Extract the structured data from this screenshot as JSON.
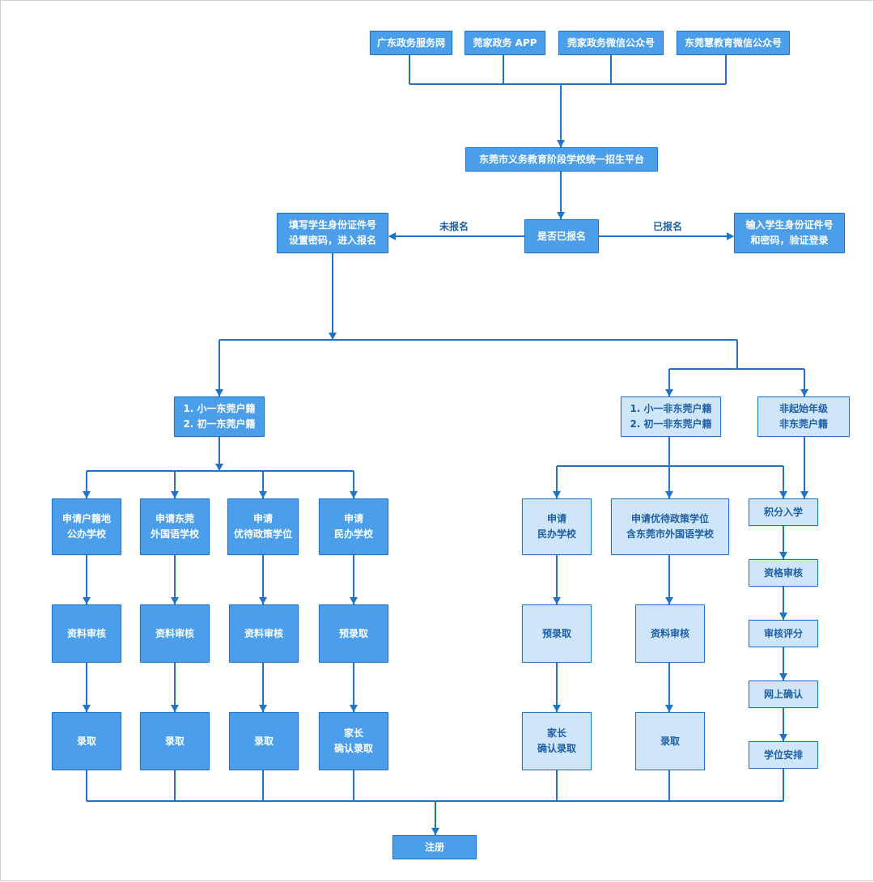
{
  "colors": {
    "line": "#1f73c8",
    "box_dark": "#4a9eea",
    "box_light": "#cfe6fa",
    "text_light": "#1f5fa3"
  },
  "entry_channels": [
    "广东政务服务网",
    "莞家政务 APP",
    "莞家政务微信公众号",
    "东莞慧教育微信公众号"
  ],
  "platform": "东莞市义务教育阶段学校统一招生平台",
  "decision": "是否已报名",
  "branch_labels": {
    "not_registered": "未报名",
    "registered": "已报名"
  },
  "register_new": "填写学生身份证件号\n设置密码，进入报名",
  "login": "输入学生身份证件号\n和密码，验证登录",
  "group_local": "1. 小一东莞户籍\n2. 初一东莞户籍",
  "group_nonlocal": "1. 小一非东莞户籍\n2. 初一非东莞户籍",
  "group_nonstart": "非起始年级\n非东莞户籍",
  "local_paths": [
    {
      "apply": "申请户籍地\n公办学校",
      "step2": "资料审核",
      "step3": "录取"
    },
    {
      "apply": "申请东莞\n外国语学校",
      "step2": "资料审核",
      "step3": "录取"
    },
    {
      "apply": "申请\n优待政策学位",
      "step2": "资料审核",
      "step3": "录取"
    },
    {
      "apply": "申请\n民办学校",
      "step2": "预录取",
      "step3": "家长\n确认录取"
    }
  ],
  "nonlocal_paths": [
    {
      "apply": "申请\n民办学校",
      "step2": "预录取",
      "step3": "家长\n确认录取"
    },
    {
      "apply": "申请优待政策学位\n含东莞市外国语学校",
      "step2": "资料审核",
      "step3": "录取"
    }
  ],
  "points_path": [
    "积分入学",
    "资格审核",
    "审核评分",
    "网上确认",
    "学位安排"
  ],
  "final": "注册"
}
